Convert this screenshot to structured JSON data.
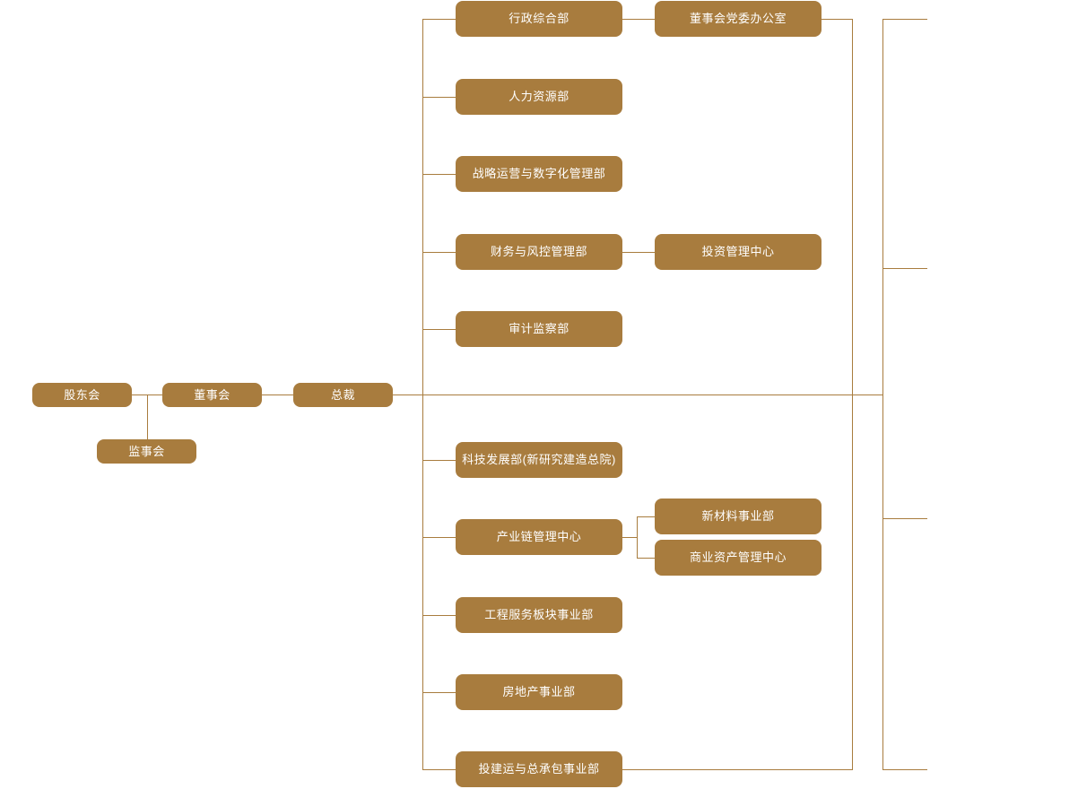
{
  "meta": {
    "title": "集团组织架构图",
    "accent_color": "#a87c3e",
    "node_text_color": "#ffffff",
    "background_color": "#ffffff",
    "line_color": "#a87c3e"
  },
  "nodes": {
    "shareholders_meeting": {
      "label": "股东会"
    },
    "board_of_directors": {
      "label": "董事会"
    },
    "supervisory_board": {
      "label": "监事会"
    },
    "president": {
      "label": "总裁"
    },
    "admin_general_dept": {
      "label": "行政综合部"
    },
    "board_party_office": {
      "label": "董事会党委办公室"
    },
    "human_resources_dept": {
      "label": "人力资源部"
    },
    "strategy_digital_dept": {
      "label": "战略运营与数字化管理部"
    },
    "finance_risk_dept": {
      "label": "财务与风控管理部"
    },
    "investment_center": {
      "label": "投资管理中心"
    },
    "audit_supervision_dept": {
      "label": "审计监察部"
    },
    "tech_development_dept": {
      "label": "科技发展部(新研究建造总院)"
    },
    "industry_chain_center": {
      "label": "产业链管理中心"
    },
    "new_materials_division": {
      "label": "新材料事业部"
    },
    "commercial_asset_center": {
      "label": "商业资产管理中心"
    },
    "engineering_service_division": {
      "label": "工程服务板块事业部"
    },
    "real_estate_division": {
      "label": "房地产事业部"
    },
    "investment_construction_division": {
      "label": "投建运与总承包事业部"
    }
  }
}
